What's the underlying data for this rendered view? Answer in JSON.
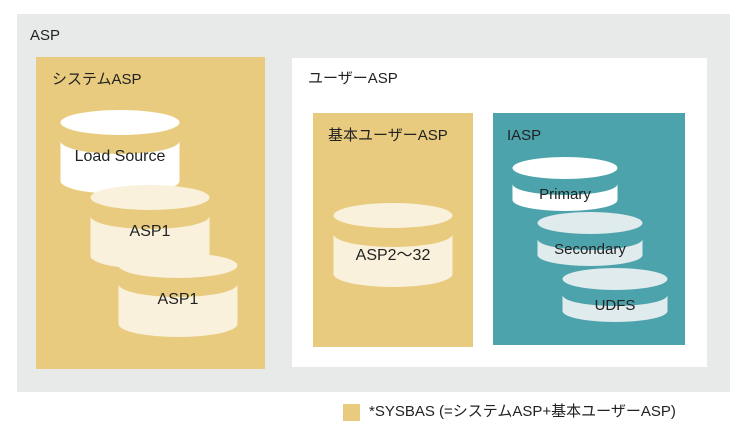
{
  "colors": {
    "outer_bg": "#e8eaea",
    "tan": "#e8cb7e",
    "teal": "#4da3ab",
    "cream": "#f9f1dc",
    "light_blue": "#e0ebed",
    "cyl_white": "#ffffff",
    "text_color": "#222222"
  },
  "diagram": {
    "outer_label": "ASP",
    "system_asp": {
      "label": "システムASP",
      "cylinders": [
        {
          "label": "Load Source"
        },
        {
          "label": "ASP1"
        },
        {
          "label": "ASP1"
        }
      ]
    },
    "user_asp": {
      "label": "ユーザーASP",
      "basic_user_asp": {
        "label": "基本ユーザーASP",
        "cylinders": [
          {
            "label": "ASP2〜32"
          }
        ]
      },
      "iasp": {
        "label": "IASP",
        "cylinders": [
          {
            "label": "Primary"
          },
          {
            "label": "Secondary"
          },
          {
            "label": "UDFS"
          }
        ]
      }
    },
    "legend": {
      "swatch_color": "#e8cb7e",
      "text": "*SYSBAS (=システムASP+基本ユーザーASP)"
    }
  }
}
